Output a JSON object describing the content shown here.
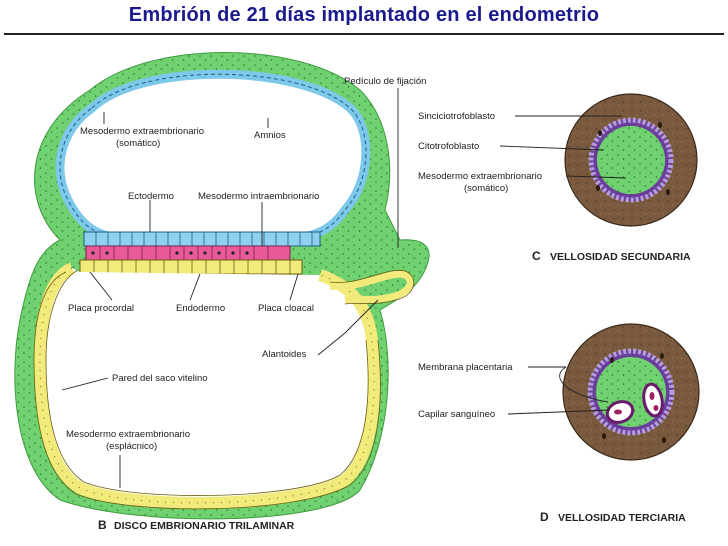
{
  "title": "Embrión de 21 días implantado en el endometrio",
  "panel_b": {
    "letter": "B",
    "caption": "DISCO EMBRIONARIO TRILAMINAR",
    "labels": {
      "pediculo": "Pedículo de fijación",
      "meso_somatico_1": "Mesodermo extraembrionario",
      "meso_somatico_2": "(somático)",
      "amnios": "Amnios",
      "ectodermo": "Ectodermo",
      "meso_intra": "Mesodermo intraembrionario",
      "placa_procordal": "Placa procordal",
      "endodermo": "Endodermo",
      "placa_cloacal": "Placa cloacal",
      "alantoides": "Alantoides",
      "pared_saco": "Pared del saco vitelino",
      "meso_esplacnico_1": "Mesodermo extraembrionario",
      "meso_esplacnico_2": "(esplácnico)"
    }
  },
  "panel_c": {
    "letter": "C",
    "caption": "VELLOSIDAD SECUNDARIA",
    "labels": {
      "sincitio": "Sinciciotrofoblasto",
      "citotrofo": "Citotrofoblasto",
      "meso_1": "Mesodermo extraembrionario",
      "meso_2": "(somático)"
    }
  },
  "panel_d": {
    "letter": "D",
    "caption": "VELLOSIDAD TERCIARIA",
    "labels": {
      "membrana": "Membrana placentaria",
      "capilar": "Capilar sanguíneo"
    }
  },
  "colors": {
    "title": "#1a1a8c",
    "mesoderm_green": "#6fd16f",
    "amnion_blue": "#7ec8ea",
    "ectoderm_blue": "#8fd0ee",
    "mesoderm_pink": "#e85a9a",
    "endoderm_yellow": "#f2ea7a",
    "trophoblast_brown": "#7a5a3e",
    "cytotrophoblast_purple": "#9b7fd0"
  }
}
